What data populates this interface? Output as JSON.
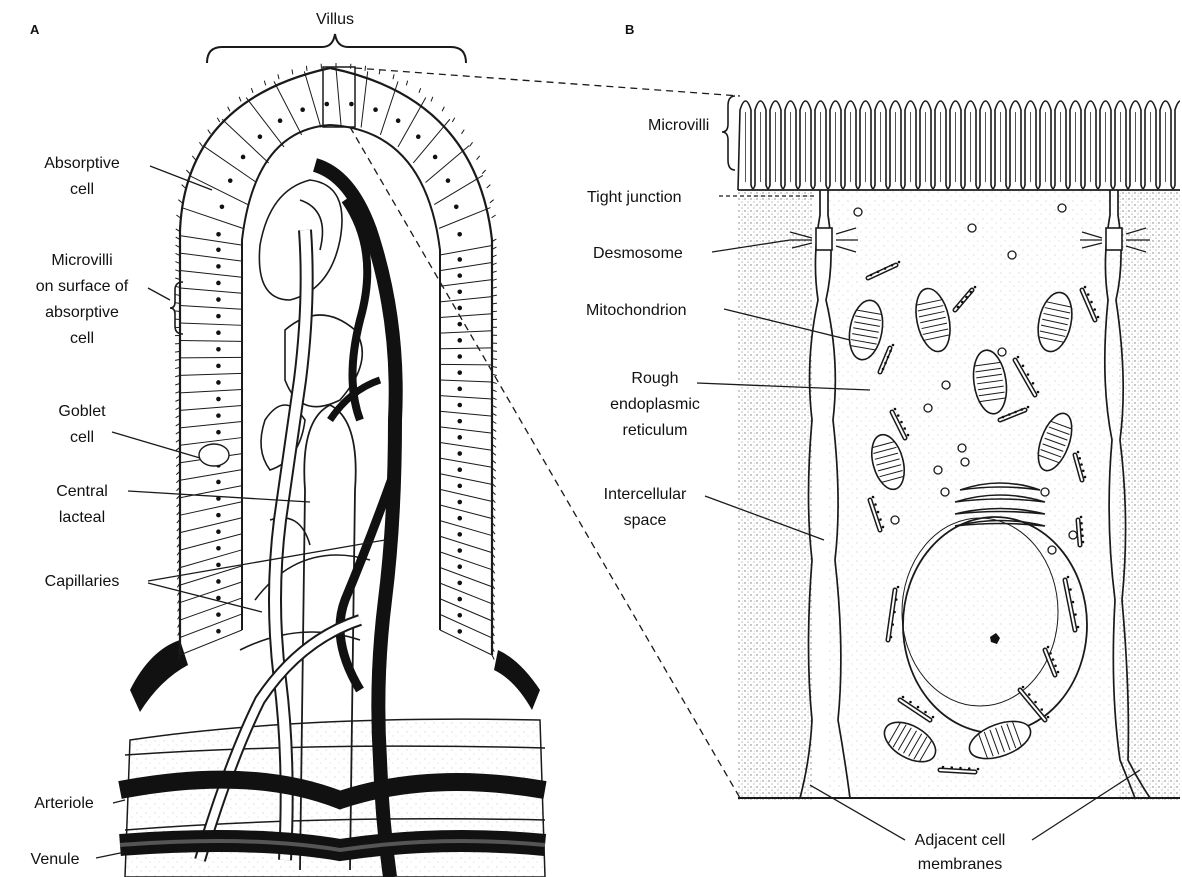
{
  "panels": {
    "a": {
      "label": "A",
      "title": "Villus"
    },
    "b": {
      "label": "B"
    }
  },
  "labels_a": {
    "absorptive_cell": [
      "Absorptive",
      "cell"
    ],
    "microvilli_surface": [
      "Microvilli",
      "on surface of",
      "absorptive",
      "cell"
    ],
    "goblet_cell": [
      "Goblet",
      "cell"
    ],
    "central_lacteal": [
      "Central",
      "lacteal"
    ],
    "capillaries": "Capillaries",
    "arteriole": "Arteriole",
    "venule": "Venule"
  },
  "labels_b": {
    "microvilli": "Microvilli",
    "tight_junction": "Tight junction",
    "desmosome": "Desmosome",
    "mitochondrion": "Mitochondrion",
    "rough_er": [
      "Rough",
      "endoplasmic",
      "reticulum"
    ],
    "intercellular_space": [
      "Intercellular",
      "space"
    ],
    "adjacent_membranes": [
      "Adjacent cell",
      "membranes"
    ]
  },
  "colors": {
    "ink": "#1a1a1a",
    "vessel_dark": "#111111",
    "stipple": "#8a8a8a",
    "paper": "#ffffff"
  }
}
